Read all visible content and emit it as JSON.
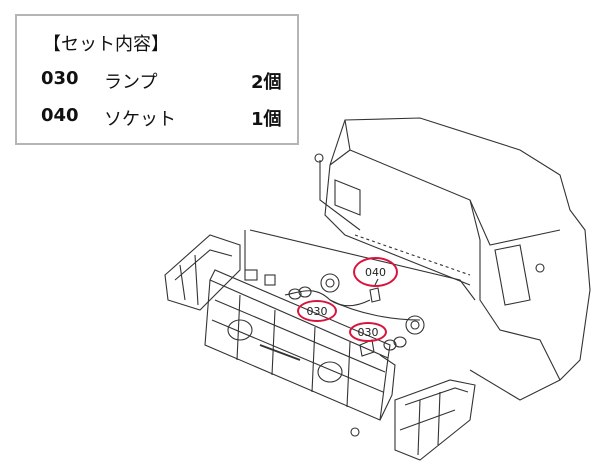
{
  "set_contents": {
    "title": "【セット内容】",
    "items": [
      {
        "code": "030",
        "name": "ランプ",
        "qty": "2個"
      },
      {
        "code": "040",
        "name": "ソケット",
        "qty": "1個"
      }
    ]
  },
  "callouts": [
    "040",
    "030",
    "030"
  ],
  "colors": {
    "callout": "#d9143c",
    "line": "#333333",
    "box_border": "#b5b5b5"
  }
}
